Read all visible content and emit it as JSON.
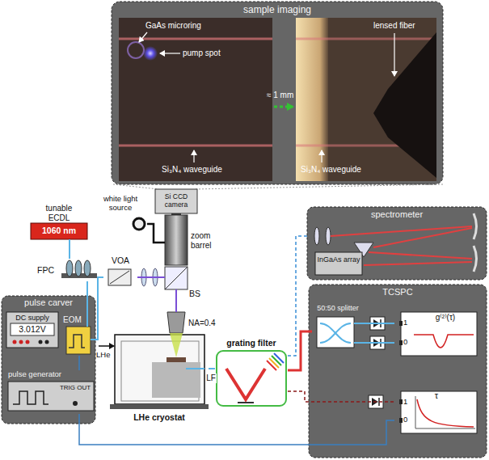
{
  "diagram": {
    "nodes": [
      {
        "text": [
          "sample imaging"
        ]
      },
      {
        "text": [
          "tunable ECDL",
          "1060 nm"
        ]
      },
      {
        "text": [
          "FPC"
        ]
      },
      {
        "text": [
          "VOA"
        ]
      },
      {
        "text": [
          "BS"
        ]
      },
      {
        "text": [
          "Si CCD camera"
        ]
      },
      {
        "text": [
          "white light source"
        ]
      },
      {
        "text": [
          "zoom barrel"
        ]
      },
      {
        "text": [
          "NA=0.4"
        ]
      },
      {
        "text": [
          "LHe cryostat"
        ]
      },
      {
        "text": [
          "grating filter"
        ]
      },
      {
        "text": [
          "spectrometer"
        ]
      },
      {
        "text": [
          "InGaAs array"
        ],
        "in": 11
      },
      {
        "text": [
          "pulse carver"
        ]
      },
      {
        "text": [
          "DC supply",
          "3.012V"
        ],
        "in": 13
      },
      {
        "text": [
          "EOM"
        ],
        "in": 13
      },
      {
        "text": [
          "pulse generator",
          "TRIG OUT"
        ],
        "in": 13
      },
      {
        "text": [
          "TCSPC"
        ]
      },
      {
        "text": [
          "50:50 splitter"
        ],
        "in": 17
      },
      {
        "text": [
          "g⁽²⁾(τ)",
          "1",
          "0"
        ],
        "in": 17
      },
      {
        "text": [
          "τ",
          "1",
          "0"
        ],
        "in": 17
      }
    ],
    "edges": [
      {
        "from": 1,
        "to": 2,
        "arrow": "none"
      },
      {
        "from": 2,
        "to": 15,
        "arrow": "none"
      },
      {
        "from": 15,
        "to": 3,
        "arrow": "none"
      },
      {
        "from": 3,
        "to": 4,
        "arrow": "none"
      },
      {
        "from": 4,
        "to": 8,
        "arrow": "none"
      },
      {
        "from": 6,
        "to": 7,
        "arrow": "none"
      },
      {
        "from": 16,
        "to": 15,
        "arrow": "none"
      },
      {
        "from": 16,
        "to": 20,
        "arrow": "none"
      },
      {
        "from": 9,
        "to": 10,
        "label": "LF",
        "arrow": "none"
      },
      {
        "from": 10,
        "to": 11,
        "arrow": "none"
      },
      {
        "from": 10,
        "to": 18,
        "arrow": "none"
      },
      {
        "from": 10,
        "to": 20,
        "arrow": "none"
      },
      {
        "from": 18,
        "to": 19,
        "arrow": "none"
      },
      {
        "from": 18,
        "to": 19,
        "arrow": "none"
      }
    ],
    "labels": [
      "GaAs microring",
      "pump spot",
      "Si₃N₄ waveguide",
      "≈ 1 mm",
      "Si₃N₄ waveguide",
      "lensed fiber",
      "LHe"
    ]
  }
}
